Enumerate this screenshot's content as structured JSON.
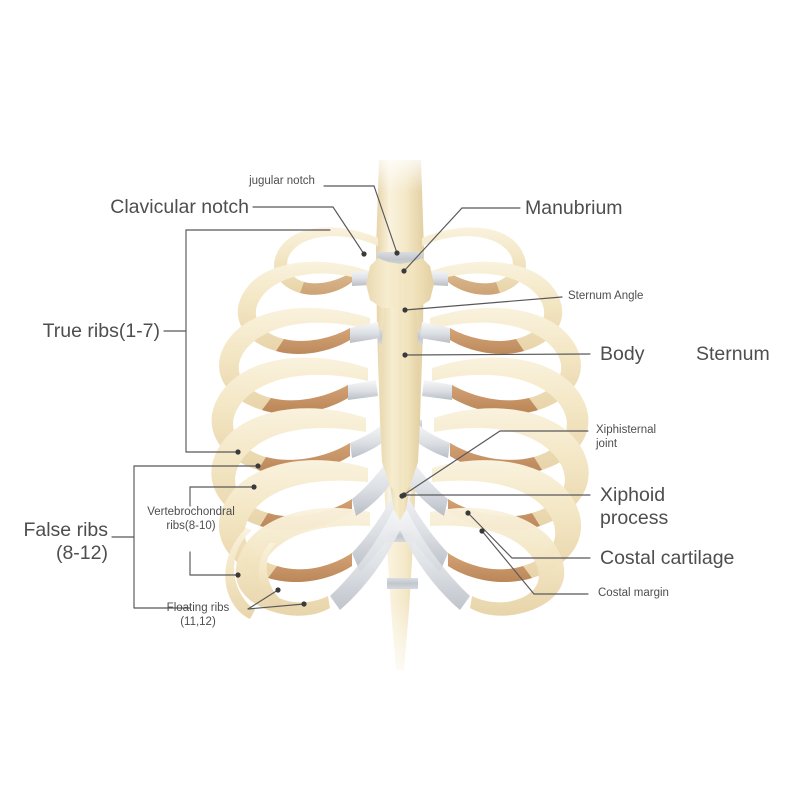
{
  "diagram": {
    "subject": "human-rib-cage-anterior-view",
    "background_color": "#ffffff",
    "text_color": "#4e4e4e",
    "leader_line_color": "#58585a",
    "palette": {
      "bone_light": "#f7ecd2",
      "bone_mid": "#efdfb6",
      "bone_shadow": "#e2caa0",
      "rib_underside": "#c79163",
      "rib_underside_dark": "#b87f51",
      "cartilage_light": "#f2f3f4",
      "cartilage_mid": "#d4d7dc",
      "cartilage_shadow": "#b9bec6",
      "disc_gray": "#c3c8cf",
      "sternum_fill": "#f1e3bd"
    }
  },
  "labels": {
    "clavicular_notch": "Clavicular notch",
    "jugular_notch": "jugular notch",
    "manubrium": "Manubrium",
    "sternum_angle": "Sternum Angle",
    "body": "Body",
    "sternum": "Sternum",
    "true_ribs": "True ribs(1-7)",
    "false_ribs": "False ribs\n(8-12)",
    "vertebrochondral_ribs": "Vertebrochondral\nribs(8-10)",
    "floating_ribs": "Floating ribs\n(11,12)",
    "xiphisternal_joint": "Xiphisternal\njoint",
    "xiphoid_process": "Xiphoid\nprocess",
    "costal_cartilage": "Costal cartilage",
    "costal_margin": "Costal margin"
  }
}
